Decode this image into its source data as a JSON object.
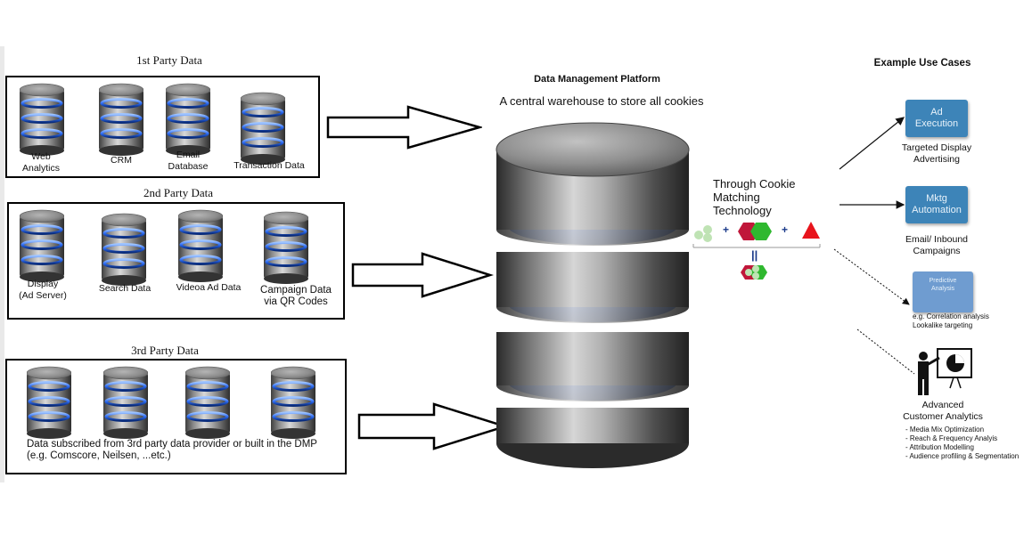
{
  "first_party": {
    "title": "1st Party Data",
    "items": [
      "Web\nAnalytics",
      "CRM",
      "Email\nDatabase",
      "Transaction Data"
    ]
  },
  "second_party": {
    "title": "2nd Party Data",
    "items": [
      "Display\n(Ad Server)",
      "Search Data",
      "Videoa Ad Data",
      "Campaign Data\nvia QR Codes"
    ]
  },
  "third_party": {
    "title": "3rd Party Data",
    "caption": "Data subscribed from 3rd party data provider or built in the DMP\n(e.g. Comscore, Neilsen, ...etc.)"
  },
  "dmp": {
    "title": "Data Management Platform",
    "subtitle": "A central warehouse to store all cookies"
  },
  "matching": {
    "label": "Through Cookie\nMatching\nTechnology",
    "plus": "+",
    "equals": "||"
  },
  "use_cases": {
    "title": "Example Use Cases",
    "ad_execution": {
      "box": "Ad\nExecution",
      "label": "Targeted Display\nAdvertising"
    },
    "mktg_automation": {
      "box": "Mktg\nAutomation",
      "label": "Email/ Inbound\nCampaigns"
    },
    "predictive": {
      "box": "Predictive\nAnalysis",
      "label": "e.g. Correlation analysis\nLookalike targeting"
    },
    "advanced": {
      "label": "Advanced\nCustomer Analytics",
      "bullets": [
        "- Media Mix Optimization",
        "- Reach & Frequency Analyis",
        "- Attribution Modelling",
        "- Audience profiling & Segmentation"
      ]
    }
  },
  "colors": {
    "accent_blue": "#3d84b8",
    "db_glow": "#3b7fff",
    "hex_red": "#c0173a",
    "hex_green": "#2fb82f",
    "light_green": "#bfe3b4",
    "triangle_red": "#e8141c"
  }
}
